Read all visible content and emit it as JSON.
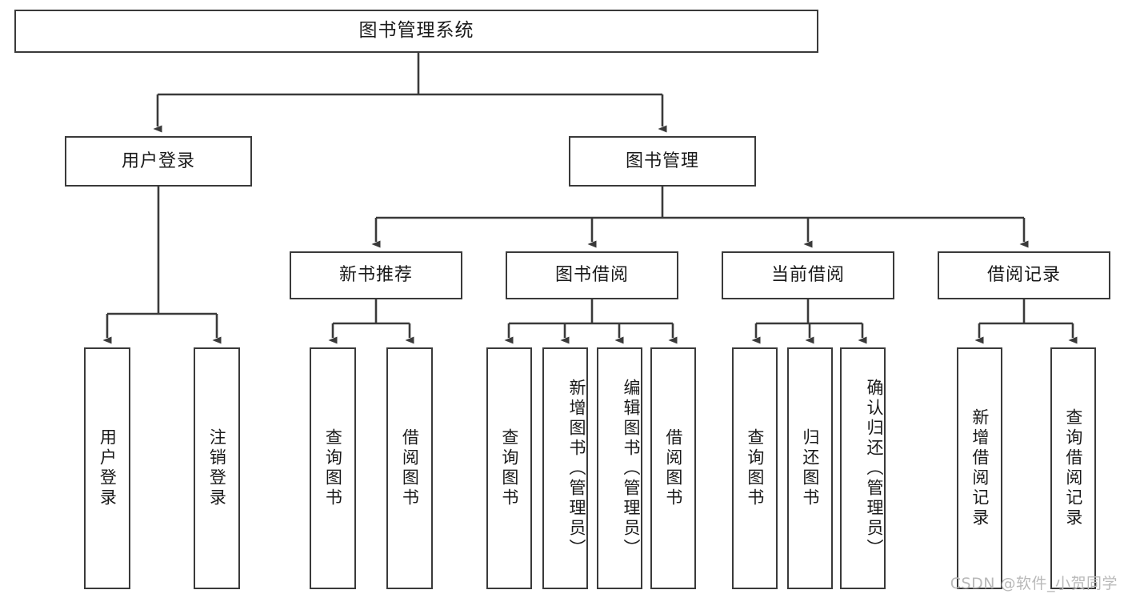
{
  "diagram": {
    "title": "图书管理系统",
    "type": "tree",
    "orientation": "top-down",
    "edge_color": "#3a3a3a",
    "node_border_color": "#3a3a3a",
    "node_fill_color": "#ffffff",
    "text_color": "#1a1a1a"
  },
  "nodes": {
    "root": {
      "label": "图书管理系统",
      "level": 1
    },
    "l2": [
      {
        "id": "user_login",
        "label": "用户登录",
        "level": 2
      },
      {
        "id": "book_manage",
        "label": "图书管理",
        "level": 2
      }
    ],
    "l3": [
      {
        "id": "new_book_rec",
        "label": "新书推荐",
        "level": 3,
        "parent": "book_manage"
      },
      {
        "id": "book_borrow",
        "label": "图书借阅",
        "level": 3,
        "parent": "book_manage"
      },
      {
        "id": "current_borrow",
        "label": "当前借阅",
        "level": 3,
        "parent": "book_manage"
      },
      {
        "id": "borrow_record",
        "label": "借阅记录",
        "level": 3,
        "parent": "book_manage"
      }
    ],
    "leaves": [
      {
        "id": "leaf_user_login",
        "label": "用户登录",
        "parent": "user_login"
      },
      {
        "id": "leaf_logout",
        "label": "注销登录",
        "parent": "user_login"
      },
      {
        "id": "leaf_query_book_1",
        "label": "查询图书",
        "parent": "new_book_rec"
      },
      {
        "id": "leaf_borrow_book_1",
        "label": "借阅图书",
        "parent": "new_book_rec"
      },
      {
        "id": "leaf_query_book_2",
        "label": "查询图书",
        "parent": "book_borrow"
      },
      {
        "id": "leaf_add_book",
        "label": "新增图书（管理员）",
        "parent": "book_borrow"
      },
      {
        "id": "leaf_edit_book",
        "label": "编辑图书（管理员）",
        "parent": "book_borrow"
      },
      {
        "id": "leaf_borrow_book_2",
        "label": "借阅图书",
        "parent": "book_borrow"
      },
      {
        "id": "leaf_query_book_3",
        "label": "查询图书",
        "parent": "current_borrow"
      },
      {
        "id": "leaf_return_book",
        "label": "归还图书",
        "parent": "current_borrow"
      },
      {
        "id": "leaf_confirm_return",
        "label": "确认归还（管理员）",
        "parent": "current_borrow"
      },
      {
        "id": "leaf_add_record",
        "label": "新增借阅记录",
        "parent": "borrow_record"
      },
      {
        "id": "leaf_query_record",
        "label": "查询借阅记录",
        "parent": "borrow_record"
      }
    ]
  },
  "watermark": {
    "text": "CSDN @软件_小贺同学"
  }
}
